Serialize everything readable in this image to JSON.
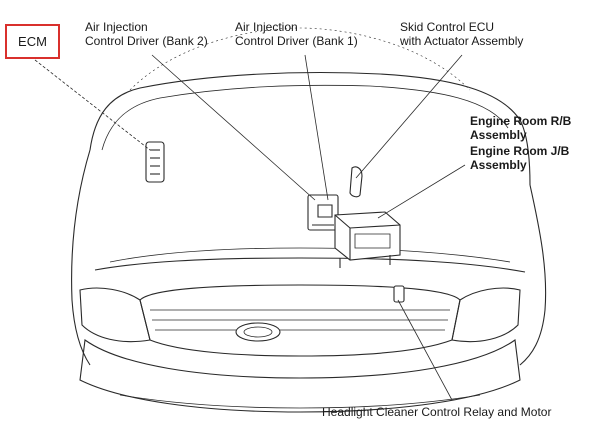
{
  "diagram": {
    "highlight_color": "#d9302c",
    "labels": {
      "ecm": "ECM",
      "air_injection_bank2": [
        "Air Injection",
        "Control Driver (Bank 2)"
      ],
      "air_injection_bank1": [
        "Air Injection",
        "Control Driver (Bank 1)"
      ],
      "skid_control_ecu": [
        "Skid Control ECU",
        "with Actuator Assembly"
      ],
      "engine_room_rb": [
        "Engine Room R/B",
        "Assembly"
      ],
      "engine_room_jb": [
        "Engine Room J/B",
        "Assembly"
      ],
      "headlight_cleaner": "Headlight Cleaner Control Relay and Motor"
    }
  }
}
